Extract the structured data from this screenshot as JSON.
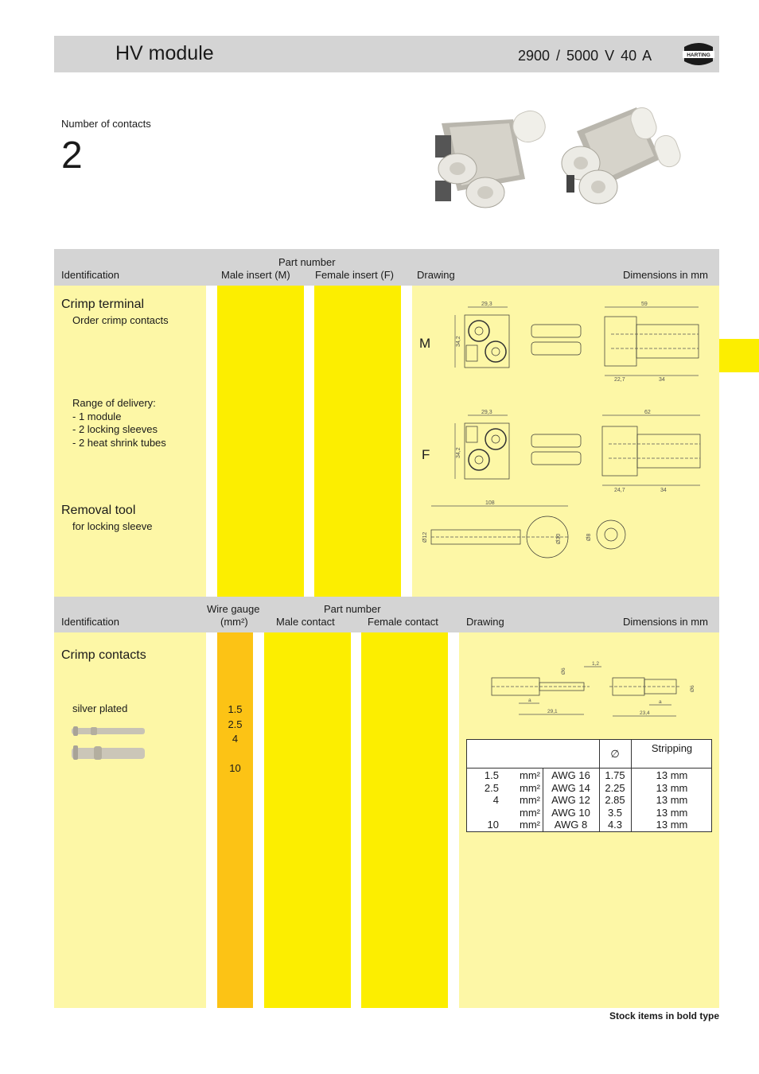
{
  "header": {
    "title": "HV module",
    "rating": "2900 / 5000  V   40  A",
    "logo_text": "HARTING"
  },
  "intro": {
    "contacts_label": "Number of contacts",
    "contacts_value": "2"
  },
  "table1": {
    "headers": {
      "part_number": "Part number",
      "identification": "Identification",
      "male": "Male insert (M)",
      "female": "Female insert (F)",
      "drawing": "Drawing",
      "dimensions": "Dimensions in mm"
    },
    "crimp_terminal": "Crimp terminal",
    "order_crimp": "Order crimp contacts",
    "range_title": "Range of delivery:",
    "range_items": [
      "- 1 module",
      "- 2 locking sleeves",
      "- 2 heat shrink tubes"
    ],
    "removal_tool": "Removal tool",
    "removal_sub": "for locking sleeve",
    "label_m": "M",
    "label_f": "F",
    "dims": {
      "m_width": "29,3",
      "m_height": "34,2",
      "m_len": "59",
      "m_a": "22,7",
      "m_b": "34",
      "f_width": "29,3",
      "f_height": "34,2",
      "f_len": "62",
      "f_a": "24,7",
      "f_b": "34",
      "tool_len": "108",
      "tool_d1": "Ø12",
      "tool_d2": "Ø30",
      "tool_d3": "Ø8"
    }
  },
  "table2": {
    "headers": {
      "wire_gauge": "Wire gauge",
      "mm2": "(mm²)",
      "part_number": "Part number",
      "identification": "Identification",
      "male": "Male contact",
      "female": "Female contact",
      "drawing": "Drawing",
      "dimensions": "Dimensions in mm"
    },
    "crimp_contacts": "Crimp contacts",
    "silver": "silver plated",
    "gauges": [
      "1.5",
      "2.5",
      "4",
      "",
      "10"
    ],
    "dims": {
      "male_d": "Ø6",
      "male_tip": "1,2",
      "male_len": "29,1",
      "male_a": "a",
      "female_len": "23,4",
      "female_a": "a",
      "female_d": "Ø6"
    },
    "spec": {
      "col_diameter": "∅",
      "col_stripping": "Stripping",
      "rows": [
        {
          "size": "1.5",
          "unit": "mm²",
          "awg": "AWG 16",
          "dia": "1.75",
          "strip": "13 mm"
        },
        {
          "size": "2.5",
          "unit": "mm²",
          "awg": "AWG 14",
          "dia": "2.25",
          "strip": "13 mm"
        },
        {
          "size": "4",
          "unit": "mm²",
          "awg": "AWG 12",
          "dia": "2.85",
          "strip": "13 mm"
        },
        {
          "size": "",
          "unit": "mm²",
          "awg": "AWG 10",
          "dia": "3.5",
          "strip": "13 mm"
        },
        {
          "size": "10",
          "unit": "mm²",
          "awg": "AWG 8",
          "dia": "4.3",
          "strip": "13 mm"
        }
      ]
    }
  },
  "footer": {
    "stock_note": "Stock items in bold type"
  }
}
